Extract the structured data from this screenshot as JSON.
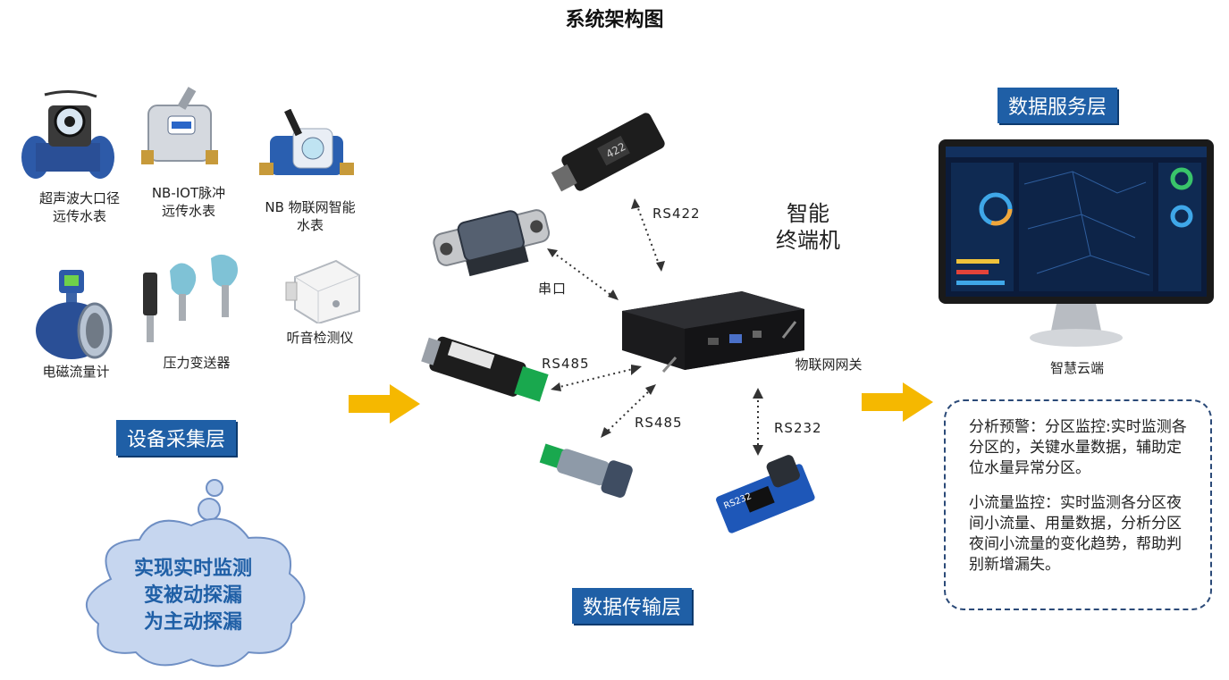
{
  "title": "系统架构图",
  "devices": {
    "ultrasonic": "超声波大口径\n远传水表",
    "nb_iot_pulse": "NB-IOT脉冲\n远传水表",
    "nb_smart": "NB 物联网智能\n水表",
    "electromagnetic": "电磁流量计",
    "pressure": "压力变送器",
    "listening": "听音检测仪"
  },
  "layers": {
    "collection": "设备采集层",
    "transmission": "数据传输层",
    "service": "数据服务层"
  },
  "cloud_bubble": [
    "实现实时监测",
    "变被动探漏",
    "为主动探漏"
  ],
  "protocols": {
    "rs422": "RS422",
    "serial": "串口",
    "rs485_a": "RS485",
    "rs485_b": "RS485",
    "rs232": "RS232"
  },
  "terminal": [
    "智能",
    "终端机"
  ],
  "gateway": "物联网网关",
  "cloud_label": "智慧云端",
  "panel": {
    "p1": "分析预警：分区监控:实时监测各分区的，关键水量数据，辅助定位水量异常分区。",
    "p2": "小流量监控：实时监测各分区夜间小流量、用量数据，分析分区夜间小流量的变化趋势，帮助判别新增漏失。"
  },
  "colors": {
    "banner": "#1f5fa6",
    "arrow": "#f5b800",
    "cloud_fill": "#c6d6ef",
    "cloud_text": "#1f5fa6"
  }
}
